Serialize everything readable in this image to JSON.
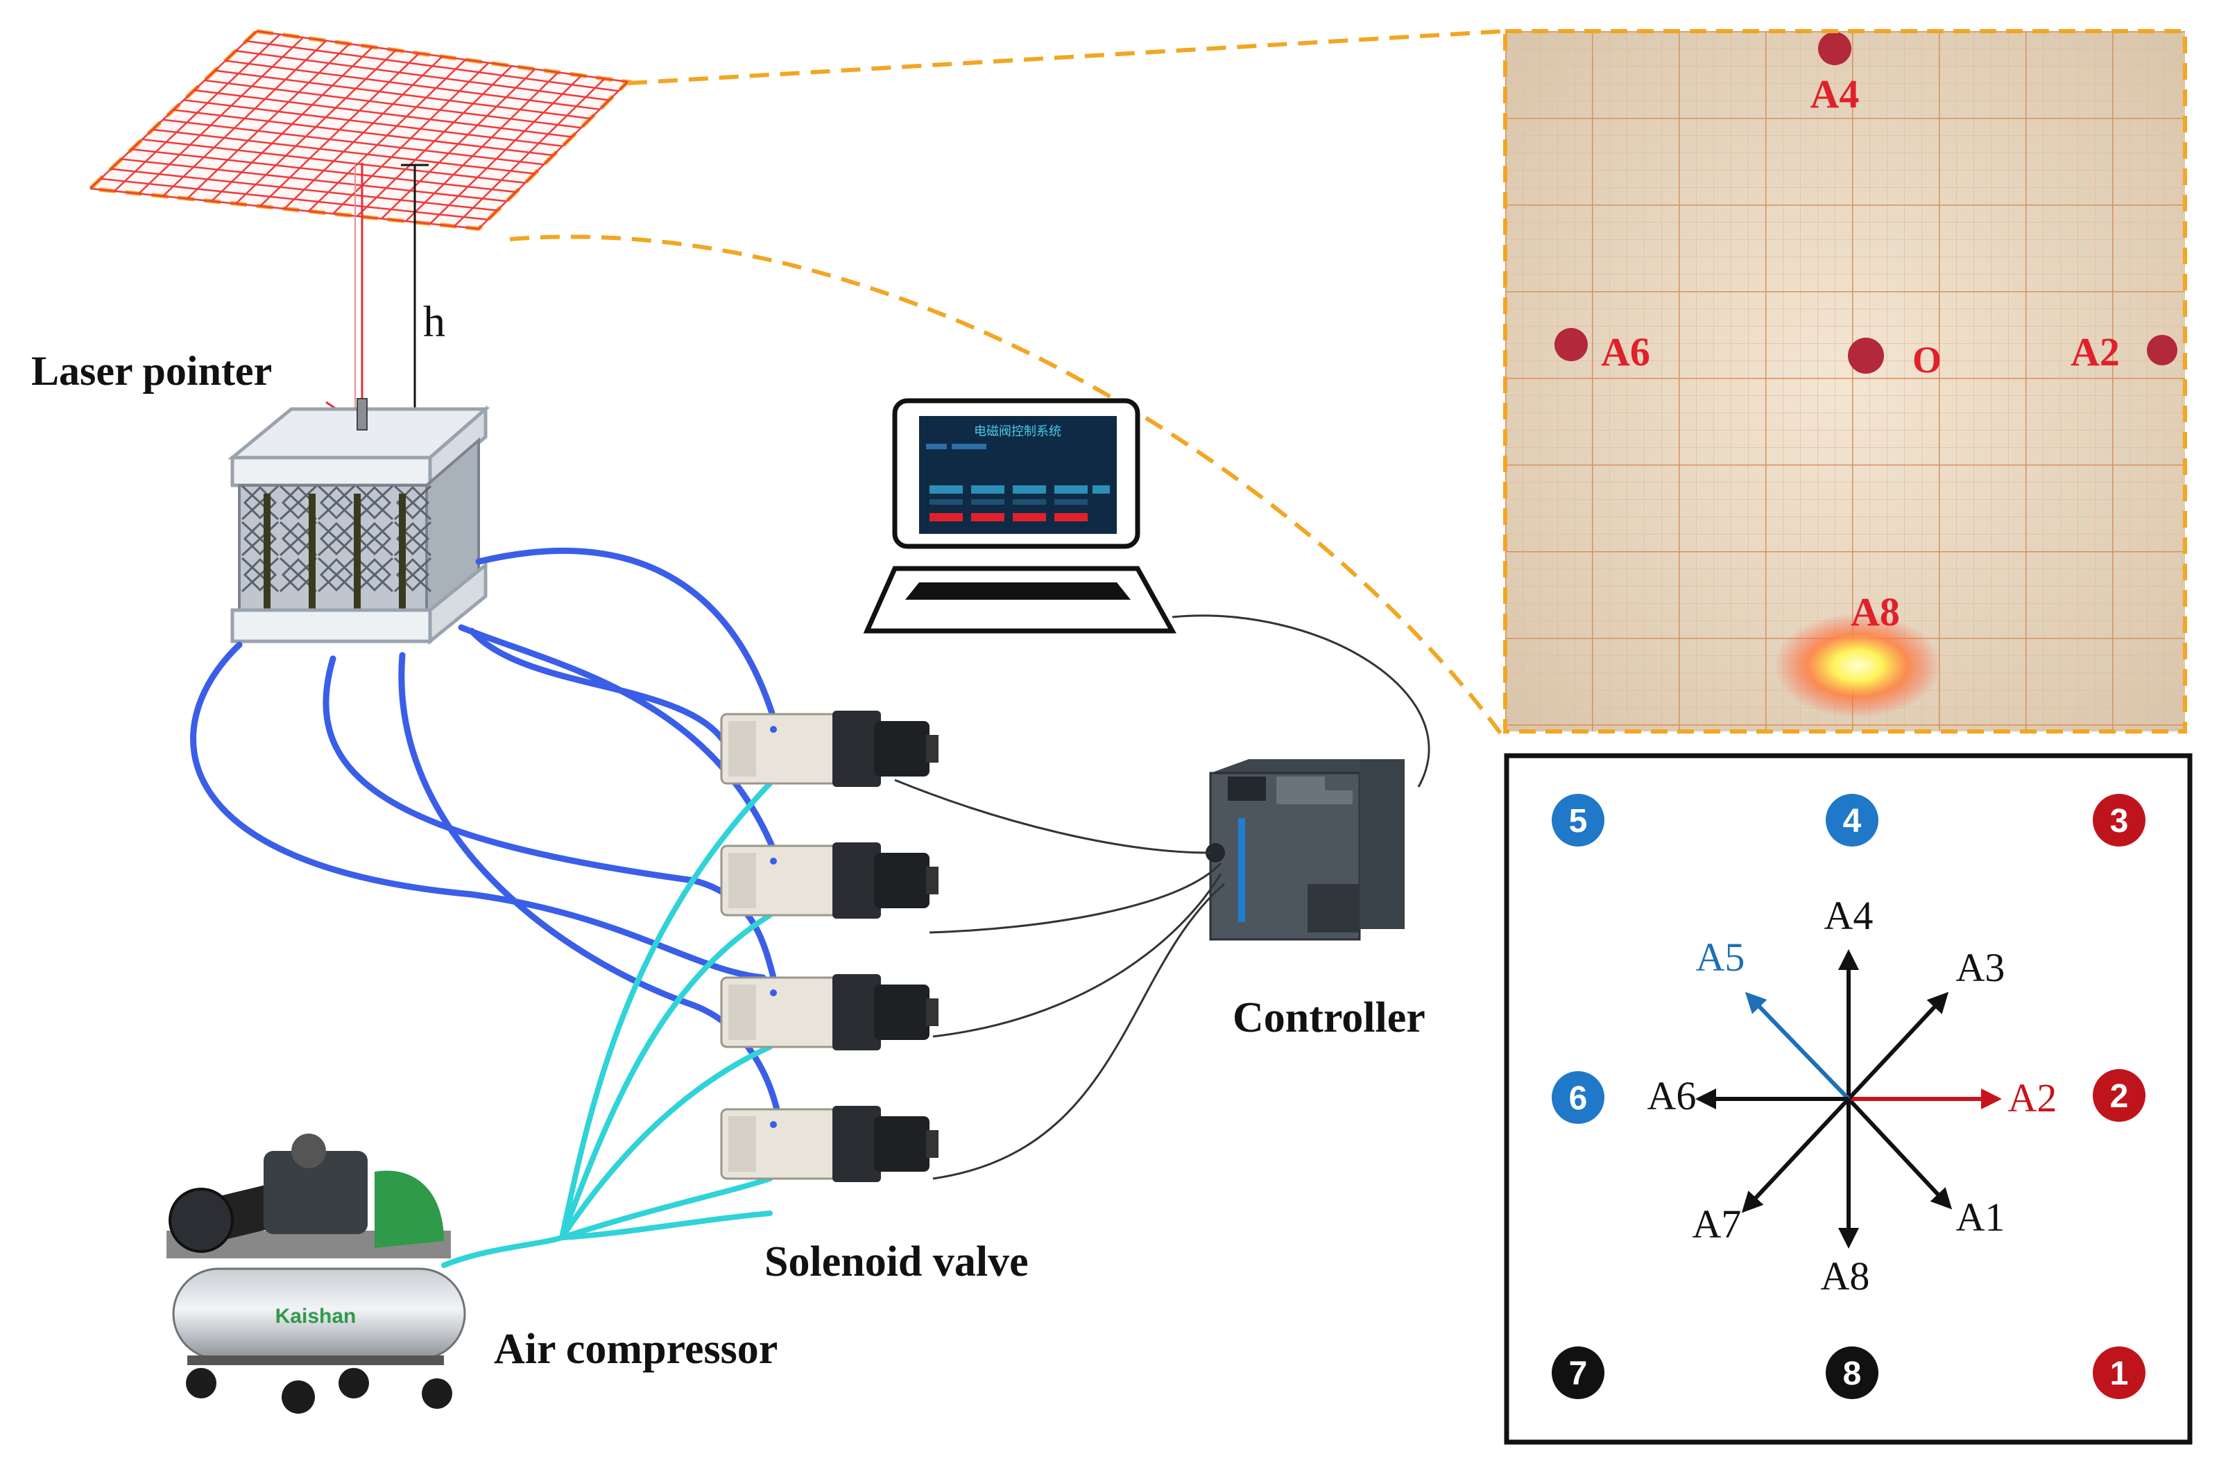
{
  "labels": {
    "laser_pointer": "Laser pointer",
    "height": "h",
    "controller": "Controller",
    "solenoid_valve": "Solenoid valve",
    "air_compressor": "Air compressor",
    "compressor_brand": "Kaishan"
  },
  "screen": {
    "title": "电磁阀控制系统"
  },
  "photo": {
    "spots": [
      "A4",
      "A6",
      "O",
      "A2",
      "A8"
    ]
  },
  "direction_panel": {
    "arrows": [
      "A1",
      "A2",
      "A3",
      "A4",
      "A5",
      "A6",
      "A7",
      "A8"
    ],
    "badges": [
      "1",
      "2",
      "3",
      "4",
      "5",
      "6",
      "7",
      "8"
    ]
  },
  "colors": {
    "hose_blue": "#3a5ee8",
    "hose_cyan": "#2fd3d8",
    "laser_red": "#e0303a",
    "zoom_orange": "#f2a623",
    "grid_red": "#ee3b3b",
    "badge_red": "#c0141c",
    "badge_blue": "#1f78c8",
    "badge_black": "#111111",
    "arrow_red": "#c8141c",
    "arrow_blue": "#1f6fb8",
    "arrow_black": "#111111",
    "screen_bg": "#0f2a45"
  }
}
